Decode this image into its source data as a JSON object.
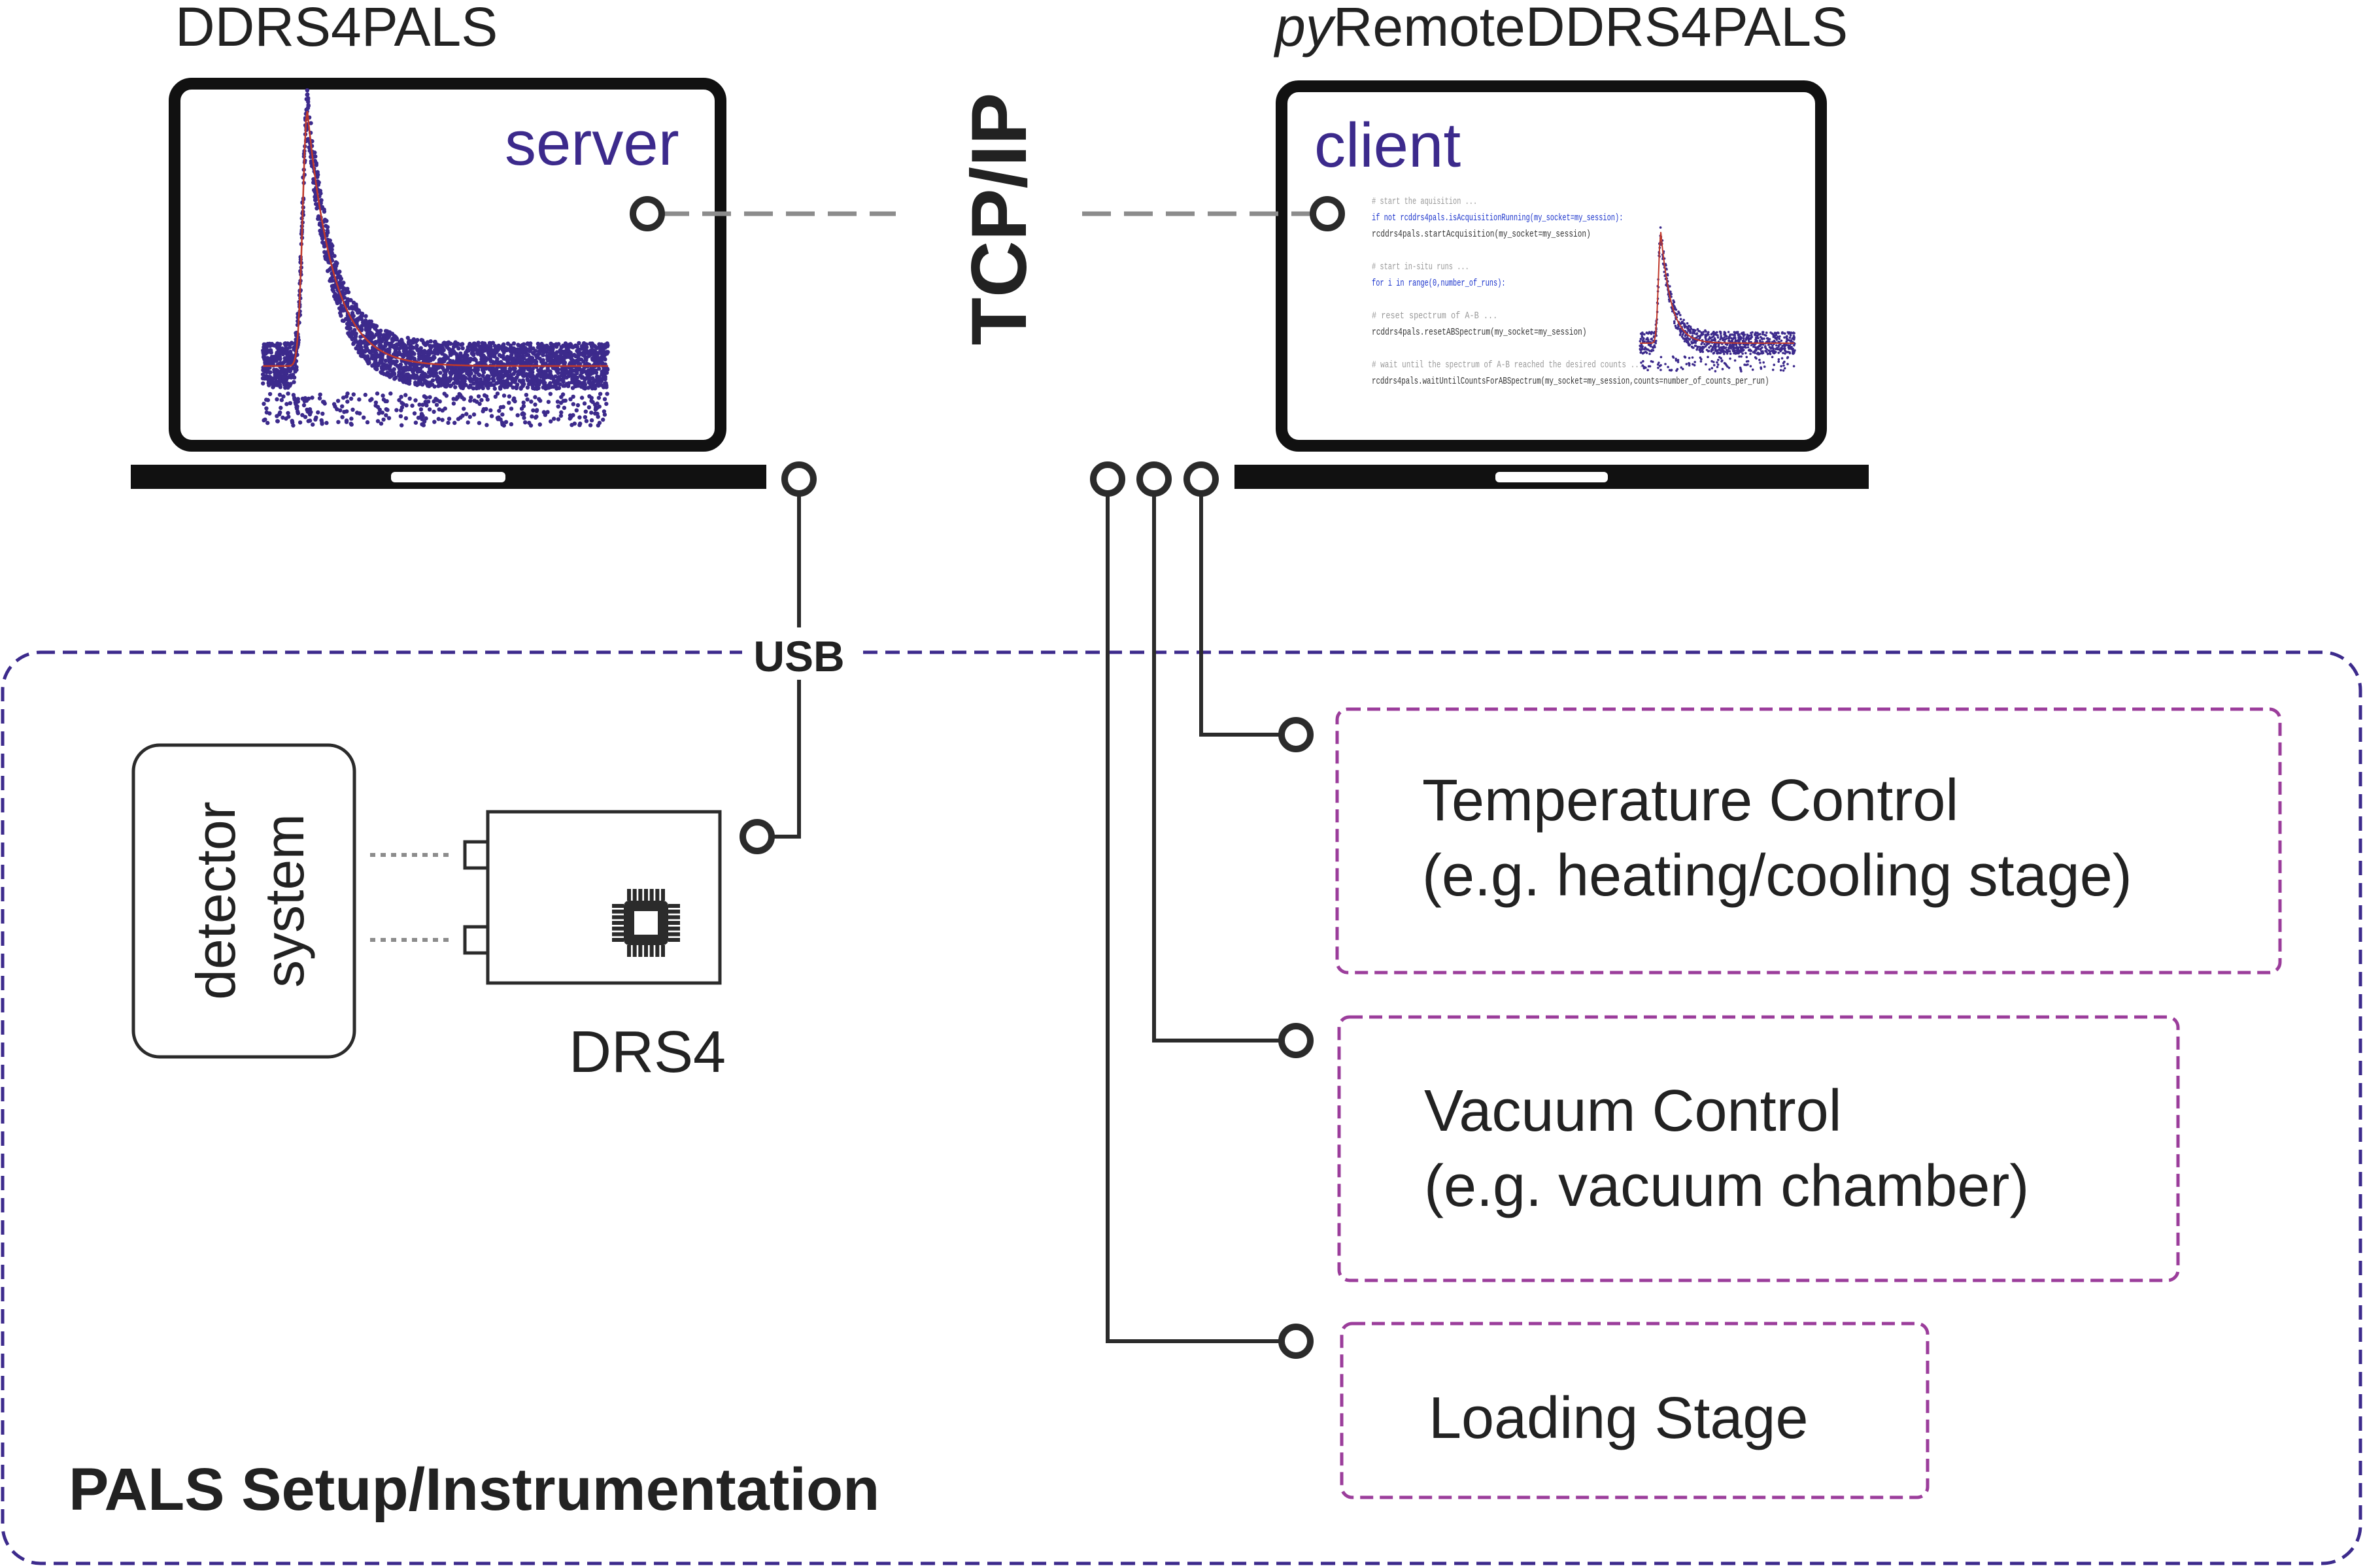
{
  "server_app": {
    "title": "DDRS4PALS",
    "role_label": "server"
  },
  "client_app": {
    "title_italic": "py",
    "title_rest": "RemoteDDRS4PALS",
    "role_label": "client",
    "code_lines": [
      {
        "text": "# start the aquisition ...",
        "style": "cm"
      },
      {
        "text": "if not rcddrs4pals.isAcquisitionRunning(my_socket=my_session):",
        "style": "kw"
      },
      {
        "text": "    rcddrs4pals.startAcquisition(my_socket=my_session)",
        "style": "tx"
      },
      {
        "text": "",
        "style": "tx"
      },
      {
        "text": "# start in-situ runs ...",
        "style": "cm"
      },
      {
        "text": "for i in range(0,number_of_runs):",
        "style": "kw"
      },
      {
        "text": "",
        "style": "tx"
      },
      {
        "text": "    # reset spectrum of A-B ...",
        "style": "cm"
      },
      {
        "text": "    rcddrs4pals.resetABSpectrum(my_socket=my_session)",
        "style": "tx"
      },
      {
        "text": "",
        "style": "tx"
      },
      {
        "text": "    # wait until the spectrum of A-B reached the desired counts ...",
        "style": "cm"
      },
      {
        "text": "    rcddrs4pals.waitUntilCountsForABSpectrum(my_socket=my_session,counts=number_of_counts_per_run)",
        "style": "tx"
      }
    ]
  },
  "network_label": "TCP/IP",
  "usb_label": "USB",
  "setup": {
    "title": "PALS Setup/Instrumentation",
    "detector_label_line1": "detector",
    "detector_label_line2": "system",
    "digitizer_label": "DRS4"
  },
  "instruments": [
    {
      "name": "Temperature Control",
      "detail": "(e.g. heating/cooling stage)"
    },
    {
      "name": "Vacuum Control",
      "detail": "(e.g. vacuum chamber)"
    },
    {
      "name": "Loading Stage",
      "detail": ""
    }
  ],
  "colors": {
    "accent_purple": "#3c2a8c",
    "instrument_border": "#9b3d9b",
    "fit_curve": "#c0392b",
    "line_dark": "#2b2b2b",
    "dash_grey": "#8c8c8c"
  }
}
